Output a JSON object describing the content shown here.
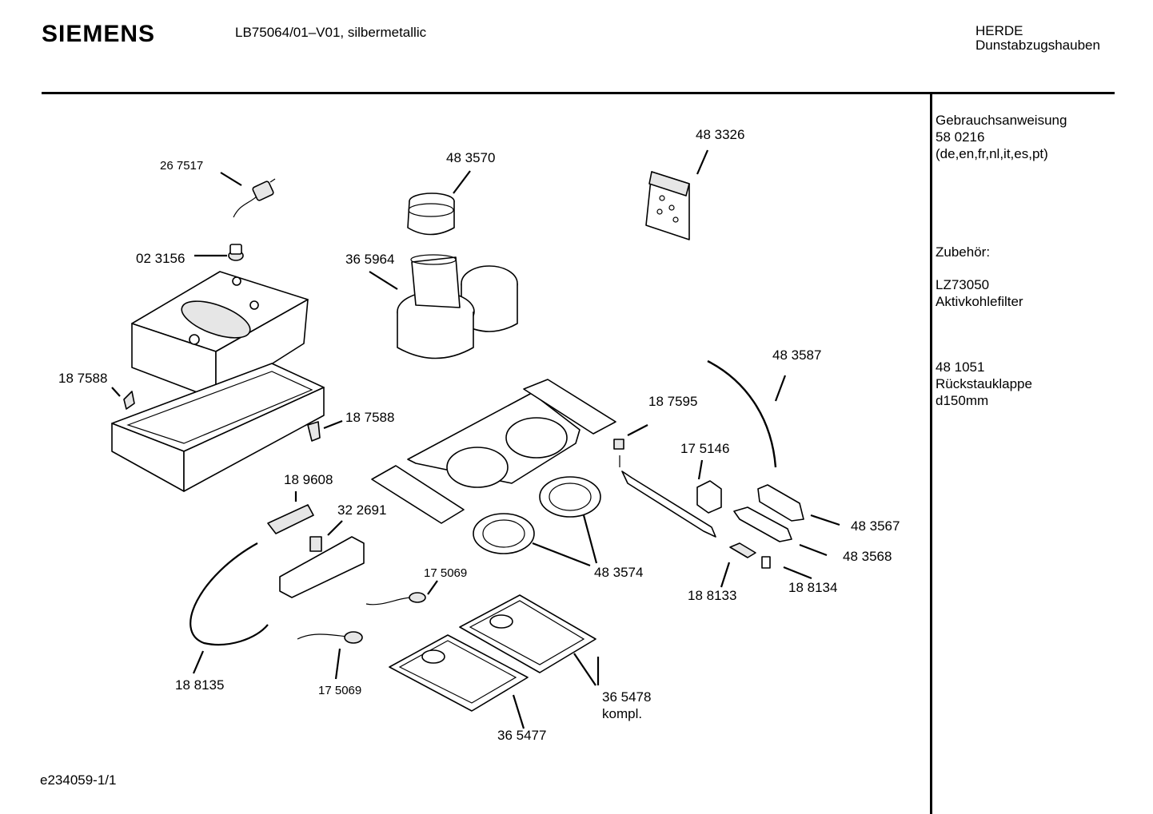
{
  "header": {
    "brand": "SIEMENS",
    "model": "LB75064/01–V01,  silbermetallic",
    "category_line1": "HERDE",
    "category_line2": "Dunstabzugshauben"
  },
  "sidebar": {
    "manual_title": "Gebrauchsanweisung",
    "manual_number": "58 0216",
    "manual_langs": "(de,en,fr,nl,it,es,pt)",
    "accessories_title": "Zubehör:",
    "acc1_code": "LZ73050",
    "acc1_name": "Aktivkohlefilter",
    "acc2_code": "48 1051",
    "acc2_name": "Rückstauklappe",
    "acc2_size": "d150mm"
  },
  "footer": {
    "doc_id": "e234059-1/1"
  },
  "parts": {
    "p267517": "26 7517",
    "p023156": "02 3156",
    "p483570": "48 3570",
    "p365964": "36 5964",
    "p483326": "48 3326",
    "p187588a": "18 7588",
    "p187588b": "18 7588",
    "p189608": "18 9608",
    "p322691": "32 2691",
    "p175069a": "17 5069",
    "p175069b": "17 5069",
    "p188135": "18 8135",
    "p483574": "48 3574",
    "p187595": "18 7595",
    "p175146": "17 5146",
    "p483587": "48 3587",
    "p483567": "48 3567",
    "p483568": "48 3568",
    "p188133": "18 8133",
    "p188134": "18 8134",
    "p365478": "36 5478",
    "p365478_note": "kompl.",
    "p365477": "36 5477"
  }
}
